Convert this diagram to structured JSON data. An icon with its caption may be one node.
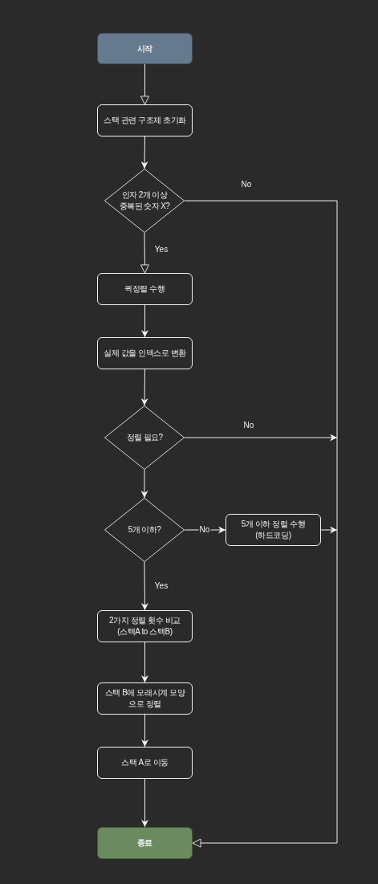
{
  "diagram": {
    "nodes": [
      {
        "text": [
          "시작"
        ]
      },
      {
        "text": [
          "스택 관련 구조체 초기화"
        ]
      },
      {
        "text": [
          "인자 2개 이상 중복된 숫자 X?"
        ]
      },
      {
        "text": [
          "퀵정렬 수행"
        ]
      },
      {
        "text": [
          "실제 값을 인덱스로 변환"
        ]
      },
      {
        "text": [
          "정렬 필요?"
        ]
      },
      {
        "text": [
          "5개 이하?"
        ]
      },
      {
        "text": [
          "5개 이하 정렬 수행 (하드코딩)"
        ]
      },
      {
        "text": [
          "2가지 정렬 횟수 비교 (스택A to 스택B)"
        ]
      },
      {
        "text": [
          "스택 B에 모래시계 모양 으로 정렬"
        ]
      },
      {
        "text": [
          "스택 A로 이동"
        ]
      },
      {
        "text": [
          "종료"
        ]
      }
    ],
    "edges": [
      {
        "from": 0,
        "to": 1,
        "arrow": "to"
      },
      {
        "from": 1,
        "to": 2,
        "arrow": "to"
      },
      {
        "from": 2,
        "to": 3,
        "arrow": "to",
        "label": "Yes"
      },
      {
        "from": 2,
        "to": 11,
        "arrow": "to",
        "label": "No"
      },
      {
        "from": 3,
        "to": 4,
        "arrow": "to"
      },
      {
        "from": 4,
        "to": 5,
        "arrow": "to"
      },
      {
        "from": 5,
        "to": 11,
        "arrow": "to",
        "label": "No"
      },
      {
        "from": 5,
        "to": 6,
        "arrow": "to"
      },
      {
        "from": 6,
        "to": 7,
        "arrow": "to",
        "label": "No"
      },
      {
        "from": 7,
        "to": 11,
        "arrow": "to"
      },
      {
        "from": 6,
        "to": 8,
        "arrow": "to",
        "label": "Yes"
      },
      {
        "from": 8,
        "to": 9,
        "arrow": "to"
      },
      {
        "from": 9,
        "to": 10,
        "arrow": "to"
      },
      {
        "from": 10,
        "to": 11,
        "arrow": "to"
      }
    ]
  }
}
